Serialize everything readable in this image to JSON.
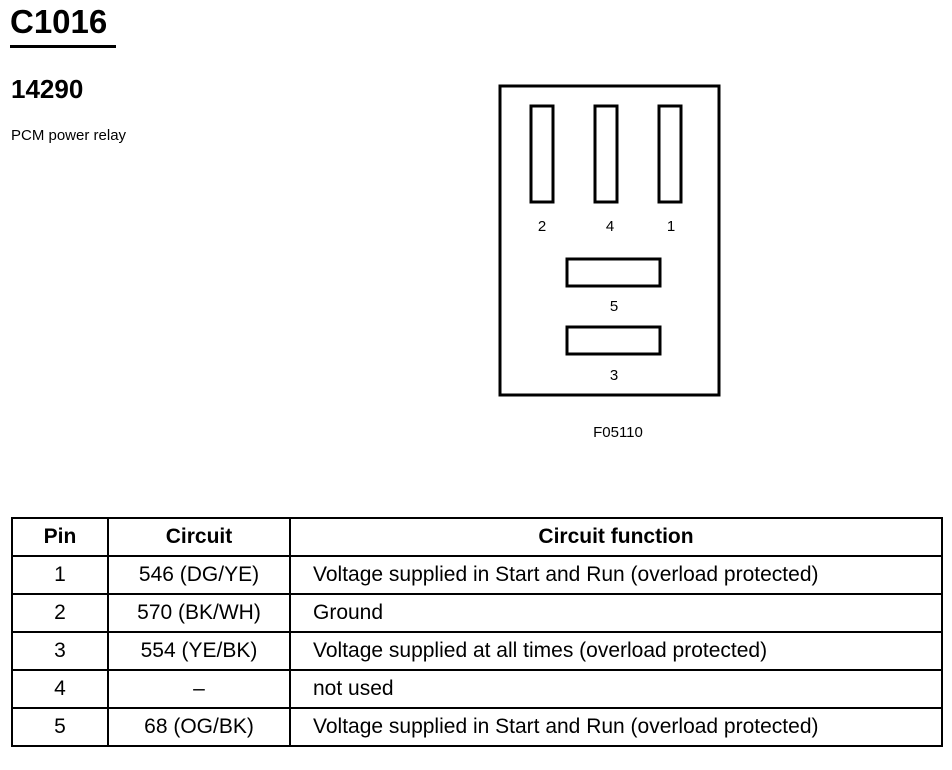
{
  "header": {
    "connector_id": "C1016",
    "part_number": "14290",
    "description": "PCM power relay"
  },
  "diagram": {
    "pin_labels": {
      "p2": "2",
      "p4": "4",
      "p1": "1",
      "p5": "5",
      "p3": "3"
    },
    "figure_code": "F05110"
  },
  "table": {
    "headers": {
      "pin": "Pin",
      "circuit": "Circuit",
      "function": "Circuit function"
    },
    "rows": [
      {
        "pin": "1",
        "circuit": "546 (DG/YE)",
        "function": "Voltage supplied in Start and Run (overload protected)"
      },
      {
        "pin": "2",
        "circuit": "570 (BK/WH)",
        "function": "Ground"
      },
      {
        "pin": "3",
        "circuit": "554 (YE/BK)",
        "function": "Voltage supplied at all times (overload protected)"
      },
      {
        "pin": "4",
        "circuit": "–",
        "function": "not used"
      },
      {
        "pin": "5",
        "circuit": "68 (OG/BK)",
        "function": "Voltage supplied in Start and Run (overload protected)"
      }
    ]
  }
}
